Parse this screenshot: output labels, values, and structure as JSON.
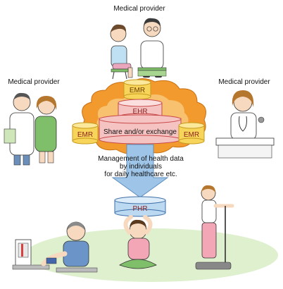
{
  "labels": {
    "provider_top": "Medical provider",
    "provider_left": "Medical provider",
    "provider_right": "Medical provider",
    "cloud_center": "Share and/or exchange",
    "management_line1": "Management of health data",
    "management_line2": "by individuals",
    "management_line3": "for daily healthcare etc."
  },
  "databases": {
    "emr_top": "EMR",
    "ehr": "EHR",
    "emr_left": "EMR",
    "emr_right": "EMR",
    "phr": "PHR"
  },
  "colors": {
    "cloud_fill": "#f29a2e",
    "cloud_inner": "#fbe2a6",
    "emr_fill": "#f7d55a",
    "emr_border": "#c69a1e",
    "ehr_fill": "#f6c3c3",
    "ehr_border": "#c84a4a",
    "phr_fill": "#bcd9f2",
    "phr_border": "#3d6ea6",
    "arrow_fill": "#9ec5e8",
    "ground_fill": "#dff0cf"
  }
}
